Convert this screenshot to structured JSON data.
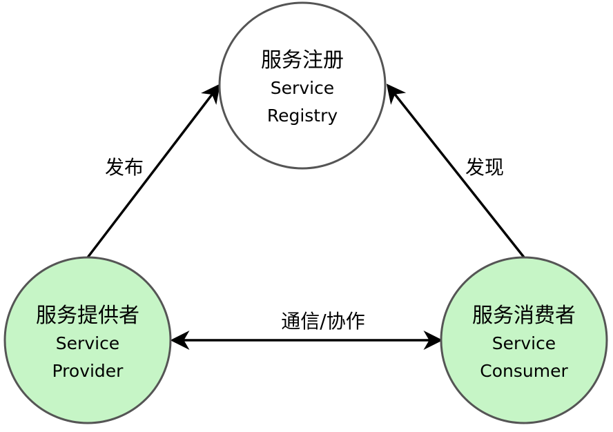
{
  "nodes": {
    "registry": {
      "title": "服务注册",
      "line1": "Service",
      "line2": "Registry",
      "fill": "#ffffff"
    },
    "provider": {
      "title": "服务提供者",
      "line1": "Service",
      "line2": "Provider",
      "fill": "#c6f5c6"
    },
    "consumer": {
      "title": "服务消费者",
      "line1": "Service",
      "line2": "Consumer",
      "fill": "#c6f5c6"
    }
  },
  "edges": {
    "publish": {
      "label": "发布"
    },
    "discover": {
      "label": "发现"
    },
    "communicate": {
      "label": "通信/协作"
    }
  }
}
